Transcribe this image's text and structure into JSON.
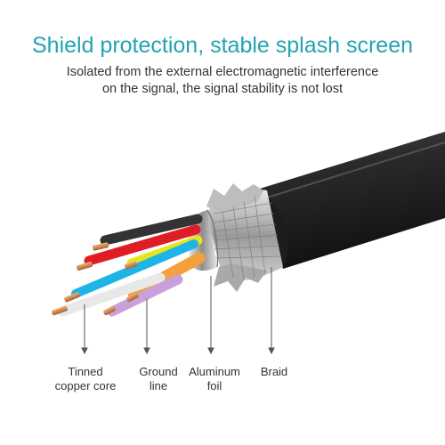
{
  "headline": "Shield protection, stable splash screen",
  "description": {
    "line1": "Isolated from the external electromagnetic interference",
    "line2": "on the signal, the signal stability is not lost"
  },
  "labels": {
    "tinned_copper_core": {
      "line1": "Tinned",
      "line2": "copper core"
    },
    "ground_line": {
      "line1": "Ground",
      "line2": "line"
    },
    "aluminum_foil": {
      "line1": "Aluminum",
      "line2": "foil"
    },
    "braid": {
      "line1": "Braid"
    }
  },
  "colors": {
    "headline": "#23a3b2",
    "text": "#333333",
    "jacket": "#2b2b2b",
    "copper": "#c8804a",
    "wire_red": "#e01c24",
    "wire_yellow": "#e8e320",
    "wire_orange": "#f2a13c",
    "wire_blue": "#1fb4e6",
    "wire_white": "#f2f2f2",
    "wire_purple": "#c9a0dc",
    "wire_black": "#333333"
  }
}
